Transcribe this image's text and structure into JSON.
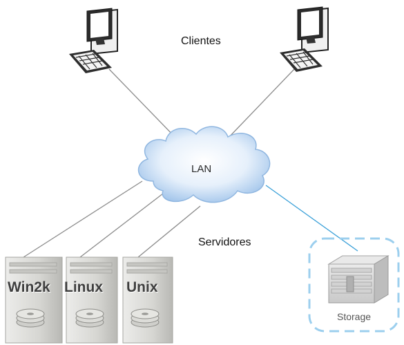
{
  "clients": {
    "label": "Clientes"
  },
  "network": {
    "label": "LAN"
  },
  "servers": {
    "label": "Servidores",
    "items": [
      {
        "name": "Win2k"
      },
      {
        "name": "Linux"
      },
      {
        "name": "Unix"
      }
    ]
  },
  "storage": {
    "label": "Storage",
    "link_color": "#3aa0d8"
  },
  "colors": {
    "link": "#8a8a8a",
    "cloud": "#cfe3f7",
    "storage_border": "#9ccfee"
  }
}
